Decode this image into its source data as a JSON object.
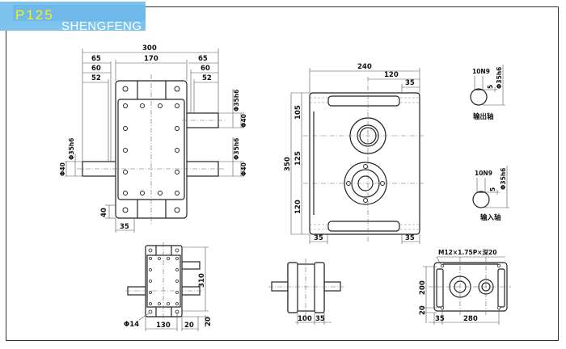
{
  "header": {
    "model": "P125",
    "brand": "SHENGFENG"
  },
  "top_view": {
    "dims": {
      "overall": "300",
      "left_65": "65",
      "center_170": "170",
      "right_65": "65",
      "left_60": "60",
      "right_60": "60",
      "left_52": "52",
      "right_52": "52",
      "foot_40": "40",
      "foot_35": "35"
    },
    "shaft_labels": {
      "phi35": "Φ35h6",
      "phi40": "Φ40"
    }
  },
  "side_view": {
    "dims": {
      "width_240": "240",
      "half_120": "120",
      "foot_35": "35",
      "height_350": "350",
      "seg_105": "105",
      "seg_125": "125",
      "seg_120": "120"
    }
  },
  "shaft_details": {
    "output": {
      "keyway": "10N9",
      "depth": "5",
      "diameter": "Φ35h6",
      "caption": "输出轴"
    },
    "input": {
      "keyway": "10N9",
      "depth": "5",
      "diameter": "Φ35h6",
      "caption": "输入轴"
    }
  },
  "bottom_left_view": {
    "dims": {
      "height_310": "310",
      "hole": "Φ14",
      "width_130": "130",
      "offset_20": "20",
      "vert_20": "20"
    }
  },
  "bottom_mid_view": {
    "dims": {
      "width_100": "100",
      "offset_35": "35"
    }
  },
  "bottom_right_view": {
    "thread_note": "M12×1.75P×深20",
    "dims": {
      "height_200": "200",
      "vert_20": "20",
      "offset_35": "35",
      "width_280": "280"
    }
  }
}
